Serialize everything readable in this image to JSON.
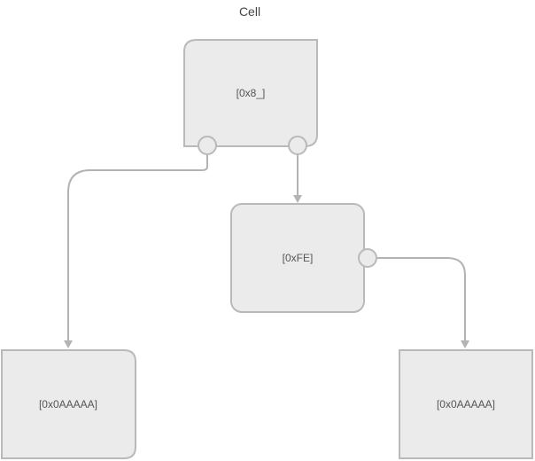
{
  "diagram": {
    "title": "Cell",
    "colors": {
      "node_fill": "#ebebeb",
      "node_stroke": "#b9b9b9",
      "edge": "#b3b3b3",
      "text": "#555555"
    },
    "nodes": [
      {
        "id": "root",
        "label": "[0x8_]"
      },
      {
        "id": "mid",
        "label": "[0xFE]"
      },
      {
        "id": "left_leaf",
        "label": "[0x0AAAAA]"
      },
      {
        "id": "right_leaf",
        "label": "[0x0AAAAA]"
      }
    ],
    "edges": [
      {
        "from": "root",
        "to": "left_leaf"
      },
      {
        "from": "root",
        "to": "mid"
      },
      {
        "from": "mid",
        "to": "right_leaf"
      }
    ]
  }
}
